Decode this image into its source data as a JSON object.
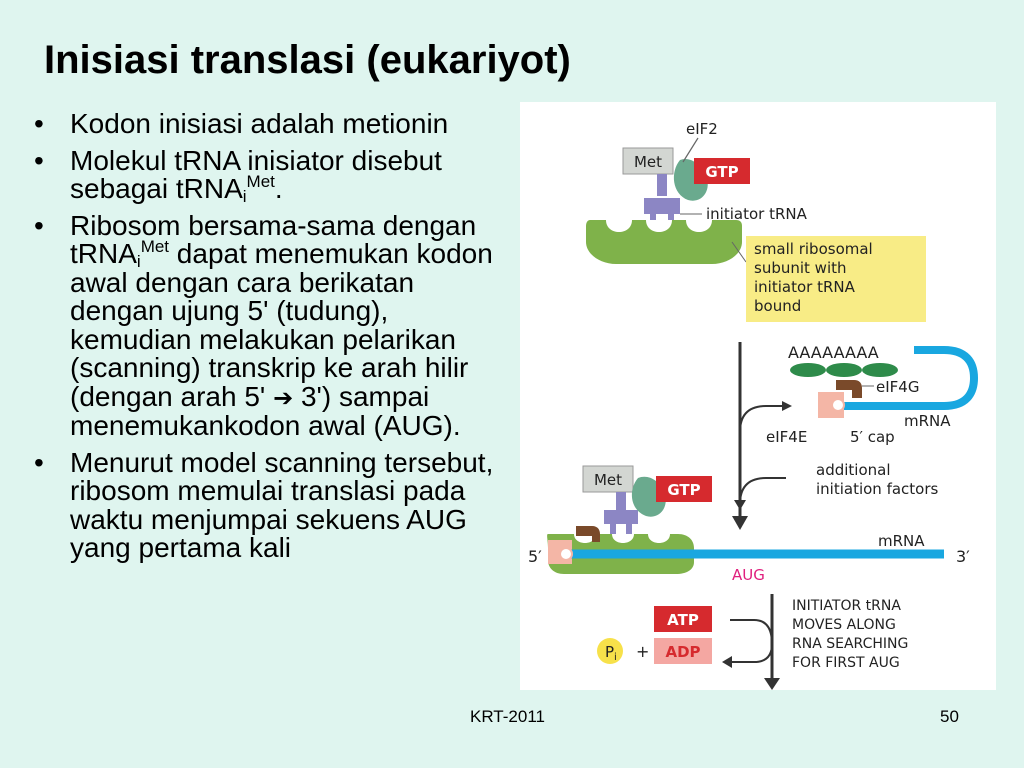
{
  "slide": {
    "title": "Inisiasi translasi (eukariyot)",
    "bullets": [
      {
        "text": "Kodon inisiasi adalah metionin"
      },
      {
        "text_a": "Molekul tRNA inisiator disebut sebagai tRNA",
        "sub": "i",
        "sup": "Met",
        "text_b": "."
      },
      {
        "text_a": "Ribosom bersama-sama dengan tRNA",
        "sub": "i",
        "sup": "Met",
        "text_b": " dapat menemukan kodon awal dengan cara berikatan dengan ujung 5' (tudung), kemudian melakukan pelarikan (scanning) transkrip ke arah hilir (dengan arah 5' ",
        "arrow": "➔",
        "text_c": " 3') sampai menemukankodon awal (AUG)."
      },
      {
        "text": "Menurut model scanning tersebut, ribosom memulai translasi pada waktu menjumpai sekuens AUG yang pertama kali"
      }
    ],
    "bullet_symbol": "•",
    "footer_center": "KRT-2011",
    "page_number": "50"
  },
  "figure": {
    "eif2": "eIF2",
    "met": "Met",
    "gtp": "GTP",
    "initiator_trna": "initiator tRNA",
    "small_subunit_box": [
      "small ribosomal",
      "subunit with",
      "initiator tRNA",
      "bound"
    ],
    "poly_a": "AAAAAAAA",
    "eif4g": "eIF4G",
    "mrna": "mRNA",
    "eif4e": "eIF4E",
    "five_cap": "5′ cap",
    "additional_factors": [
      "additional",
      "initiation factors"
    ],
    "met2": "Met",
    "gtp2": "GTP",
    "mrna2": "mRNA",
    "five_prime": "5′",
    "three_prime": "3′",
    "aug": "AUG",
    "atp": "ATP",
    "adp": "ADP",
    "pi": "P",
    "pi_sub": "i",
    "plus": "+",
    "initiator_moves": [
      "INITIATOR tRNA",
      "MOVES ALONG",
      "RNA SEARCHING",
      "FOR FIRST AUG"
    ]
  },
  "colors": {
    "background": "#dff5ef",
    "ribosome_green": "#7fb24a",
    "trna_purple": "#8c86c4",
    "gtp_red": "#d62a2e",
    "mrna_blue": "#19a7e0",
    "eif2_teal": "#6aaa8e",
    "label_yellow": "#f8ec86",
    "cap_pink": "#f4b6a6",
    "eif4g_brown": "#7a4a2a"
  }
}
